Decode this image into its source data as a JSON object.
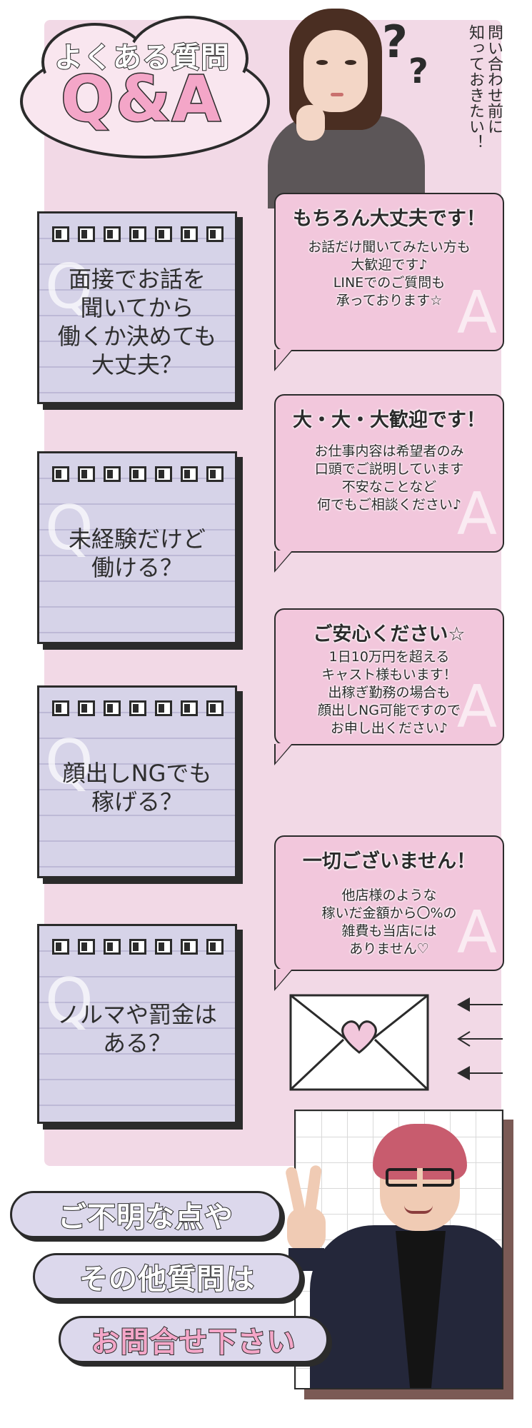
{
  "header": {
    "subtitle": "よくある質問",
    "title": "Q&A"
  },
  "side_note": {
    "line1": "問い合わせ前に",
    "line2": "知っておきたい！"
  },
  "qa": [
    {
      "q_letter": "Q",
      "question": [
        "面接でお話を",
        "聞いてから",
        "働くか決めても",
        "大丈夫？"
      ],
      "a_letter": "A",
      "answer_head": "もちろん大丈夫です！",
      "answer_body": [
        "お話だけ聞いてみたい方も",
        "大歓迎です♪",
        "LINEでのご質問も",
        "承っております☆"
      ]
    },
    {
      "q_letter": "Q",
      "question": [
        "未経験だけど",
        "働ける？"
      ],
      "a_letter": "A",
      "answer_head": "大・大・大歓迎です！",
      "answer_body": [
        "お仕事内容は希望者のみ",
        "口頭でご説明しています",
        "不安なことなど",
        "何でもご相談ください♪"
      ]
    },
    {
      "q_letter": "Q",
      "question": [
        "顔出しNGでも",
        "稼げる？"
      ],
      "a_letter": "A",
      "answer_head": "ご安心ください☆",
      "answer_body": [
        "1日10万円を超える",
        "キャスト様もいます！",
        "出稼ぎ勤務の場合も",
        "顔出しNG可能ですので",
        "お申し出ください♪"
      ]
    },
    {
      "q_letter": "Q",
      "question": [
        "ノルマや罰金は",
        "ある？"
      ],
      "a_letter": "A",
      "answer_head": "一切ございません！",
      "answer_body": [
        "他店様のような",
        "稼いだ金額から〇%の",
        "雑費も当店には",
        "ありません♡"
      ]
    }
  ],
  "footer": {
    "line1": "ご不明な点や",
    "line2": "その他質問は",
    "line3": "お問合せ下さい"
  },
  "icons": {
    "envelope": "envelope-heart-icon",
    "arrow": "arrow-left-icon"
  },
  "colors": {
    "panel_pink": "#f2d9e6",
    "bubble_pink": "#f2c7dc",
    "card_lavender": "#d6d3e8",
    "title_pink": "#f4a6c8",
    "outline": "#2b2b2b"
  }
}
